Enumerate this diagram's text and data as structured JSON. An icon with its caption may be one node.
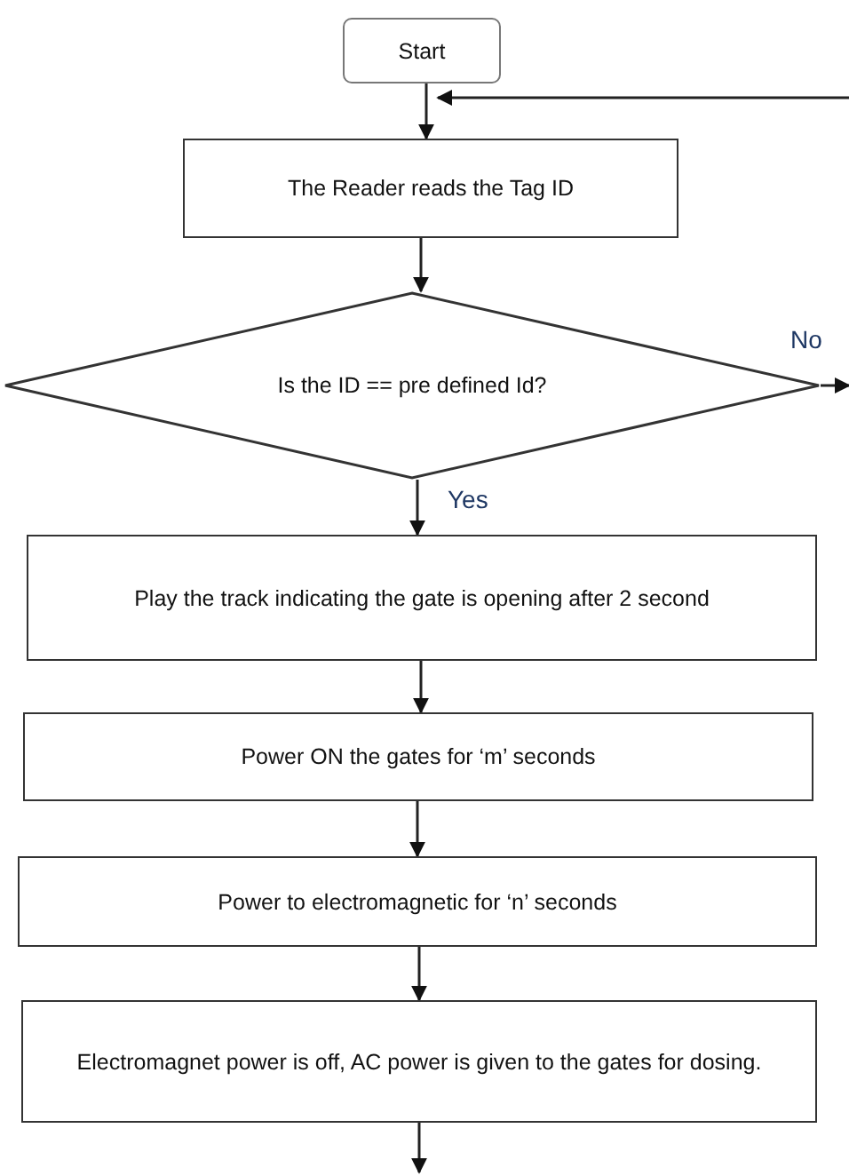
{
  "diagram": {
    "nodes": [
      {
        "text": [
          "Start"
        ]
      },
      {
        "text": [
          "The Reader reads the Tag ID"
        ]
      },
      {
        "text": [
          "Is the ID == pre defined Id?"
        ]
      },
      {
        "text": [
          "Play the track indicating the gate is opening after 2 second"
        ]
      },
      {
        "text": [
          "Power ON the gates for ‘m’ seconds"
        ]
      },
      {
        "text": [
          "Power to electromagnetic for ‘n’ seconds"
        ]
      },
      {
        "text": [
          "Electromagnet power is off, AC power is given to the gates for dosing."
        ]
      }
    ],
    "edges": [
      {
        "from": 0,
        "to": 1,
        "arrow": "to"
      },
      {
        "from": null,
        "to": 1,
        "arrow": "to"
      },
      {
        "from": 1,
        "to": 2,
        "arrow": "to"
      },
      {
        "from": 2,
        "to": null,
        "arrow": "to",
        "label": "No"
      },
      {
        "from": 2,
        "to": 3,
        "arrow": "to",
        "label": "Yes"
      },
      {
        "from": 3,
        "to": 4,
        "arrow": "to"
      },
      {
        "from": 4,
        "to": 5,
        "arrow": "to"
      },
      {
        "from": 5,
        "to": 6,
        "arrow": "to"
      },
      {
        "from": 6,
        "to": null,
        "arrow": "to"
      }
    ]
  }
}
